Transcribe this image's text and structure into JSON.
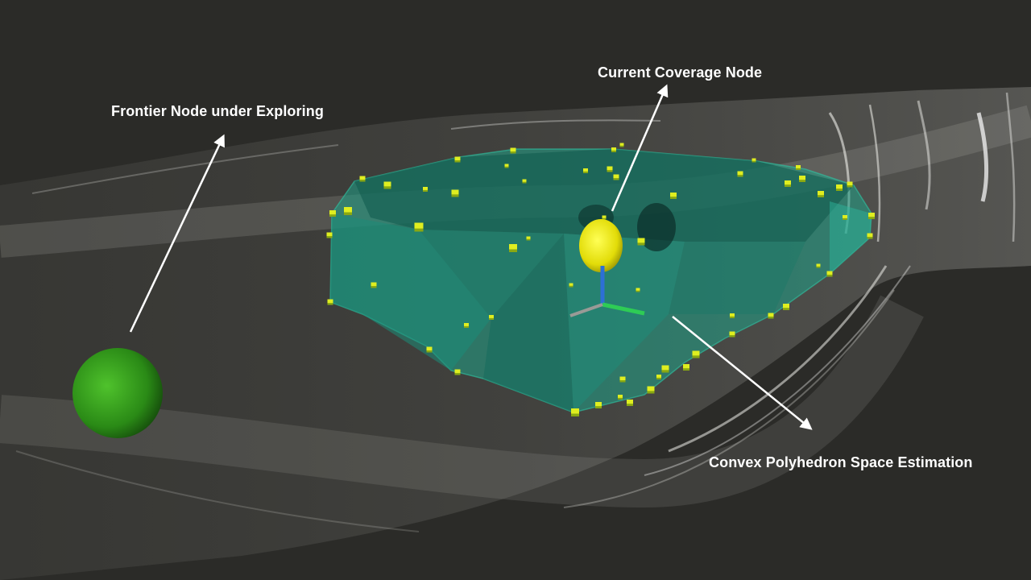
{
  "annotations": {
    "frontier_node": "Frontier Node under Exploring",
    "coverage_node": "Current Coverage Node",
    "convex_estimation": "Convex Polyhedron Space Estimation"
  },
  "colors": {
    "background": "#2b2b28",
    "point_cloud": "#d8d8d8",
    "polyhedron": "#1fa389",
    "frontier_sphere": "#2f9a1a",
    "coverage_sphere": "#e8e40a",
    "vertex_markers": "#d9e81a",
    "axis_x": "#2ecc55",
    "axis_z": "#2d6fd6"
  }
}
